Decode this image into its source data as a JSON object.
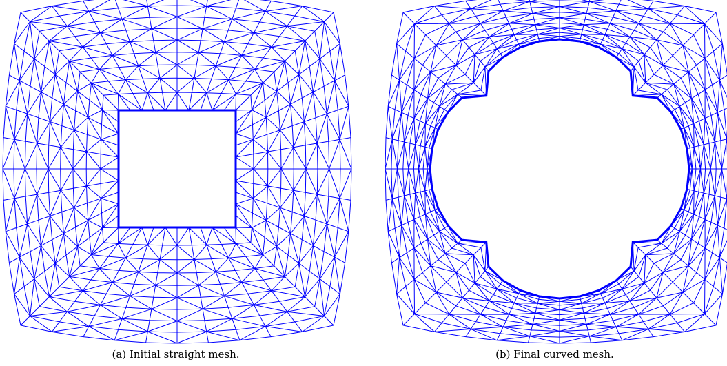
{
  "figure": {
    "panels": [
      {
        "id": "a",
        "caption": "(a) Initial straight mesh.",
        "mesh_type": "straight",
        "hole_shape": "square"
      },
      {
        "id": "b",
        "caption": "(b) Final curved mesh.",
        "mesh_type": "curved",
        "hole_shape": "four-lobed circle"
      }
    ],
    "colors": {
      "mesh_edge": "#0000ff",
      "background": "#ffffff"
    }
  }
}
